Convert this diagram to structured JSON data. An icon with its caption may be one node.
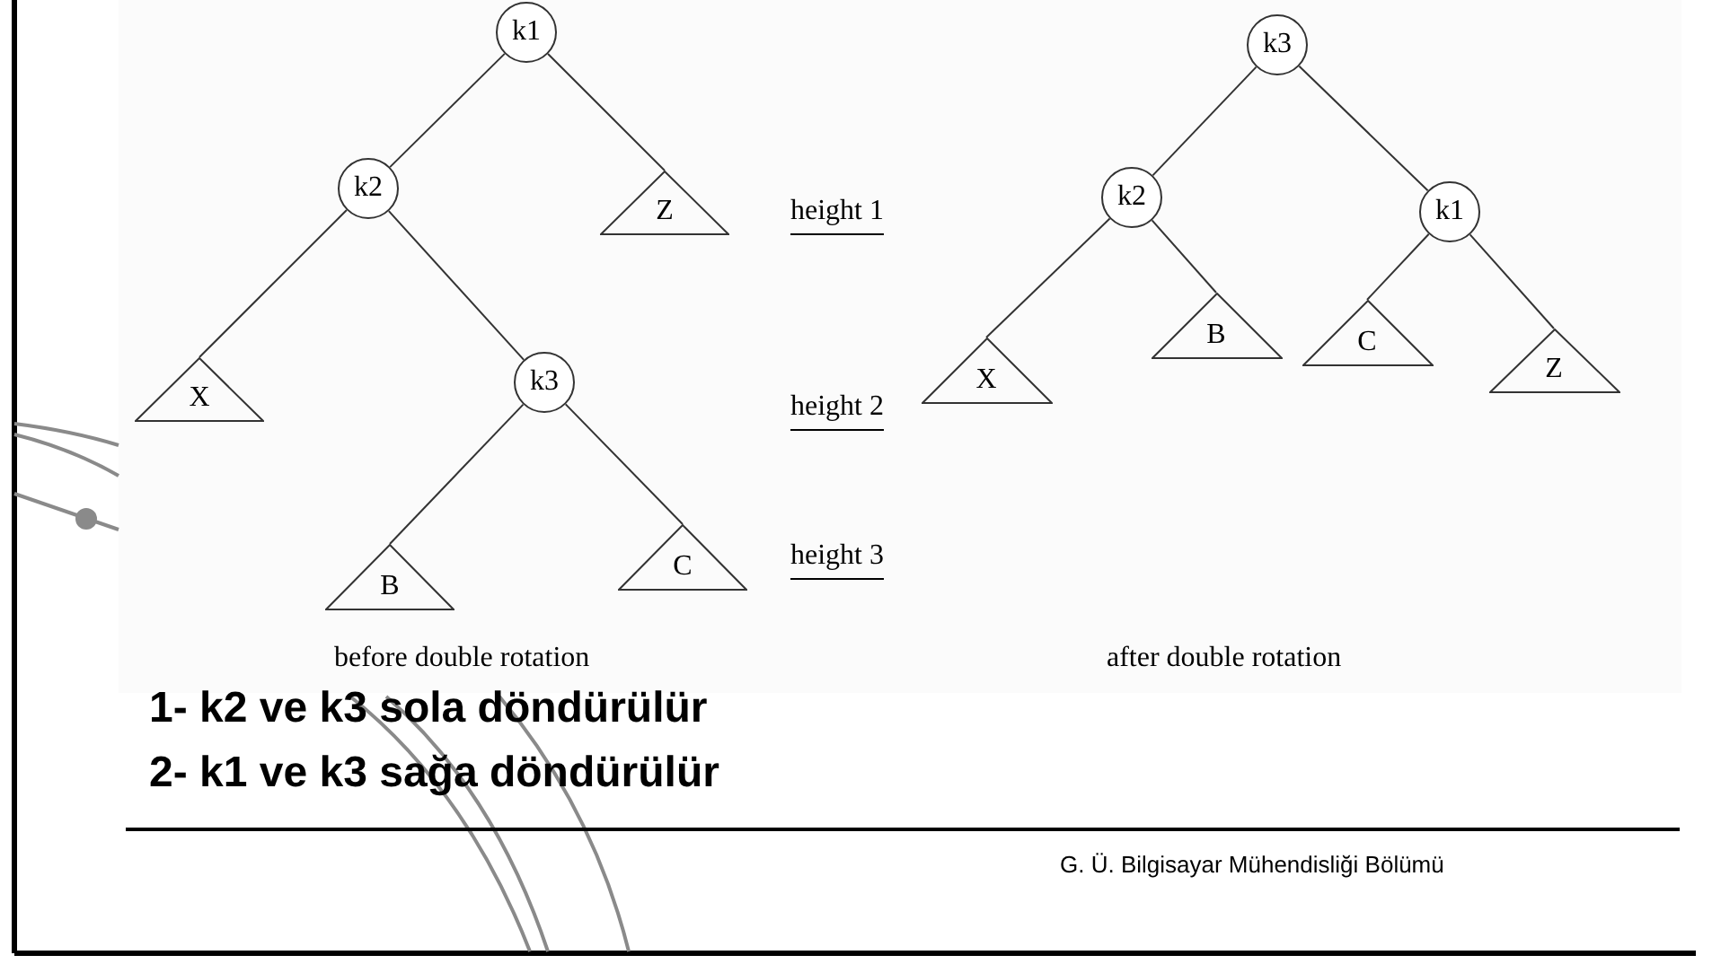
{
  "diagram": {
    "nodes": [
      {
        "text": [
          "k1"
        ]
      },
      {
        "text": [
          "k2"
        ]
      },
      {
        "text": [
          "Z"
        ]
      },
      {
        "text": [
          "X"
        ]
      },
      {
        "text": [
          "k3"
        ]
      },
      {
        "text": [
          "B"
        ]
      },
      {
        "text": [
          "C"
        ]
      },
      {
        "text": [
          "k3"
        ]
      },
      {
        "text": [
          "k2"
        ]
      },
      {
        "text": [
          "k1"
        ]
      },
      {
        "text": [
          "X"
        ]
      },
      {
        "text": [
          "B"
        ]
      },
      {
        "text": [
          "C"
        ]
      },
      {
        "text": [
          "Z"
        ]
      }
    ],
    "edges": [
      {
        "from": 0,
        "to": 1,
        "arrow": "none"
      },
      {
        "from": 0,
        "to": 2,
        "arrow": "none"
      },
      {
        "from": 1,
        "to": 3,
        "arrow": "none"
      },
      {
        "from": 1,
        "to": 4,
        "arrow": "none"
      },
      {
        "from": 4,
        "to": 5,
        "arrow": "none"
      },
      {
        "from": 4,
        "to": 6,
        "arrow": "none"
      },
      {
        "from": 7,
        "to": 8,
        "arrow": "none"
      },
      {
        "from": 7,
        "to": 9,
        "arrow": "none"
      },
      {
        "from": 8,
        "to": 10,
        "arrow": "none"
      },
      {
        "from": 8,
        "to": 11,
        "arrow": "none"
      },
      {
        "from": 9,
        "to": 12,
        "arrow": "none"
      },
      {
        "from": 9,
        "to": 13,
        "arrow": "none"
      }
    ],
    "labels": [
      "height 1",
      "height 2",
      "height 3",
      "before double rotation",
      "after double rotation",
      "1- k2 ve k3 sola döndürülür",
      "2- k1 ve k3 sağa döndürülür",
      "G. Ü. Bilgisayar Mühendisliği Bölümü"
    ]
  }
}
